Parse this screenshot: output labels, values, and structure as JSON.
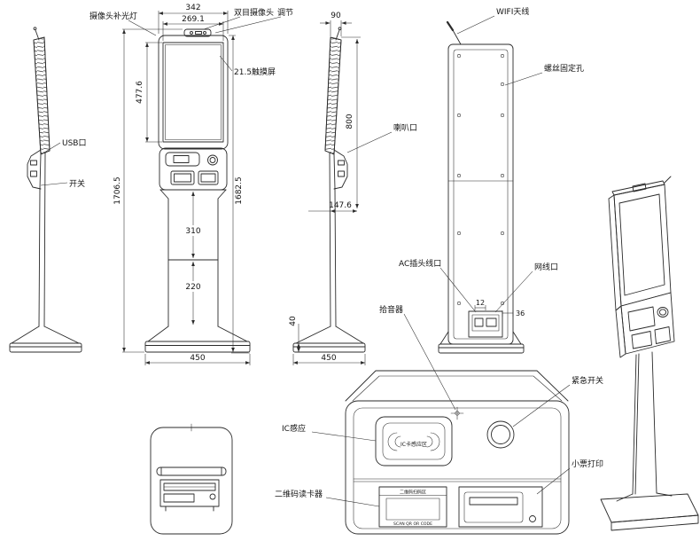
{
  "sheet": {
    "background": "#ffffff",
    "line_color": "#2b2b2b"
  },
  "front_view": {
    "dim_width": "342",
    "dim_screen_width": "269.1",
    "dim_screen_height": "477.6",
    "dim_total_height": "1706.5",
    "dim_body_height": "1682.5",
    "dim_upper_column": "310",
    "dim_lower_column": "220",
    "dim_base_width": "450",
    "label_fill_light": "摄像头补光灯",
    "label_camera": "双目摄像头",
    "label_adjust": "调节",
    "label_touchscreen": "21.5触摸屏"
  },
  "left_view": {
    "label_usb": "USB口",
    "label_switch": "开关"
  },
  "right_view": {
    "dim_depth": "90",
    "dim_screen_back_height": "800",
    "dim_offset": "147.6",
    "dim_base_thickness": "40",
    "dim_base_width": "450",
    "label_speaker": "喇叭口"
  },
  "back_view": {
    "label_wifi": "WIFI天线",
    "label_screw_holes": "螺丝固定孔",
    "label_ac_inlet": "AC插头线口",
    "label_lan_port": "网线口",
    "dim_port_width": "12",
    "dim_port_offset": "36"
  },
  "panel_detail": {
    "label_microphone": "拾音器",
    "label_ic_reader": "IC感应",
    "label_qr_reader": "二维码读卡器",
    "label_emergency_switch": "紧急开关",
    "label_receipt_printer": "小票打印",
    "ic_zone_text": "IC卡感应区",
    "qr_zone_text": "二维码扫码区",
    "qr_screen_text": "SCAN QR OR CODE"
  }
}
